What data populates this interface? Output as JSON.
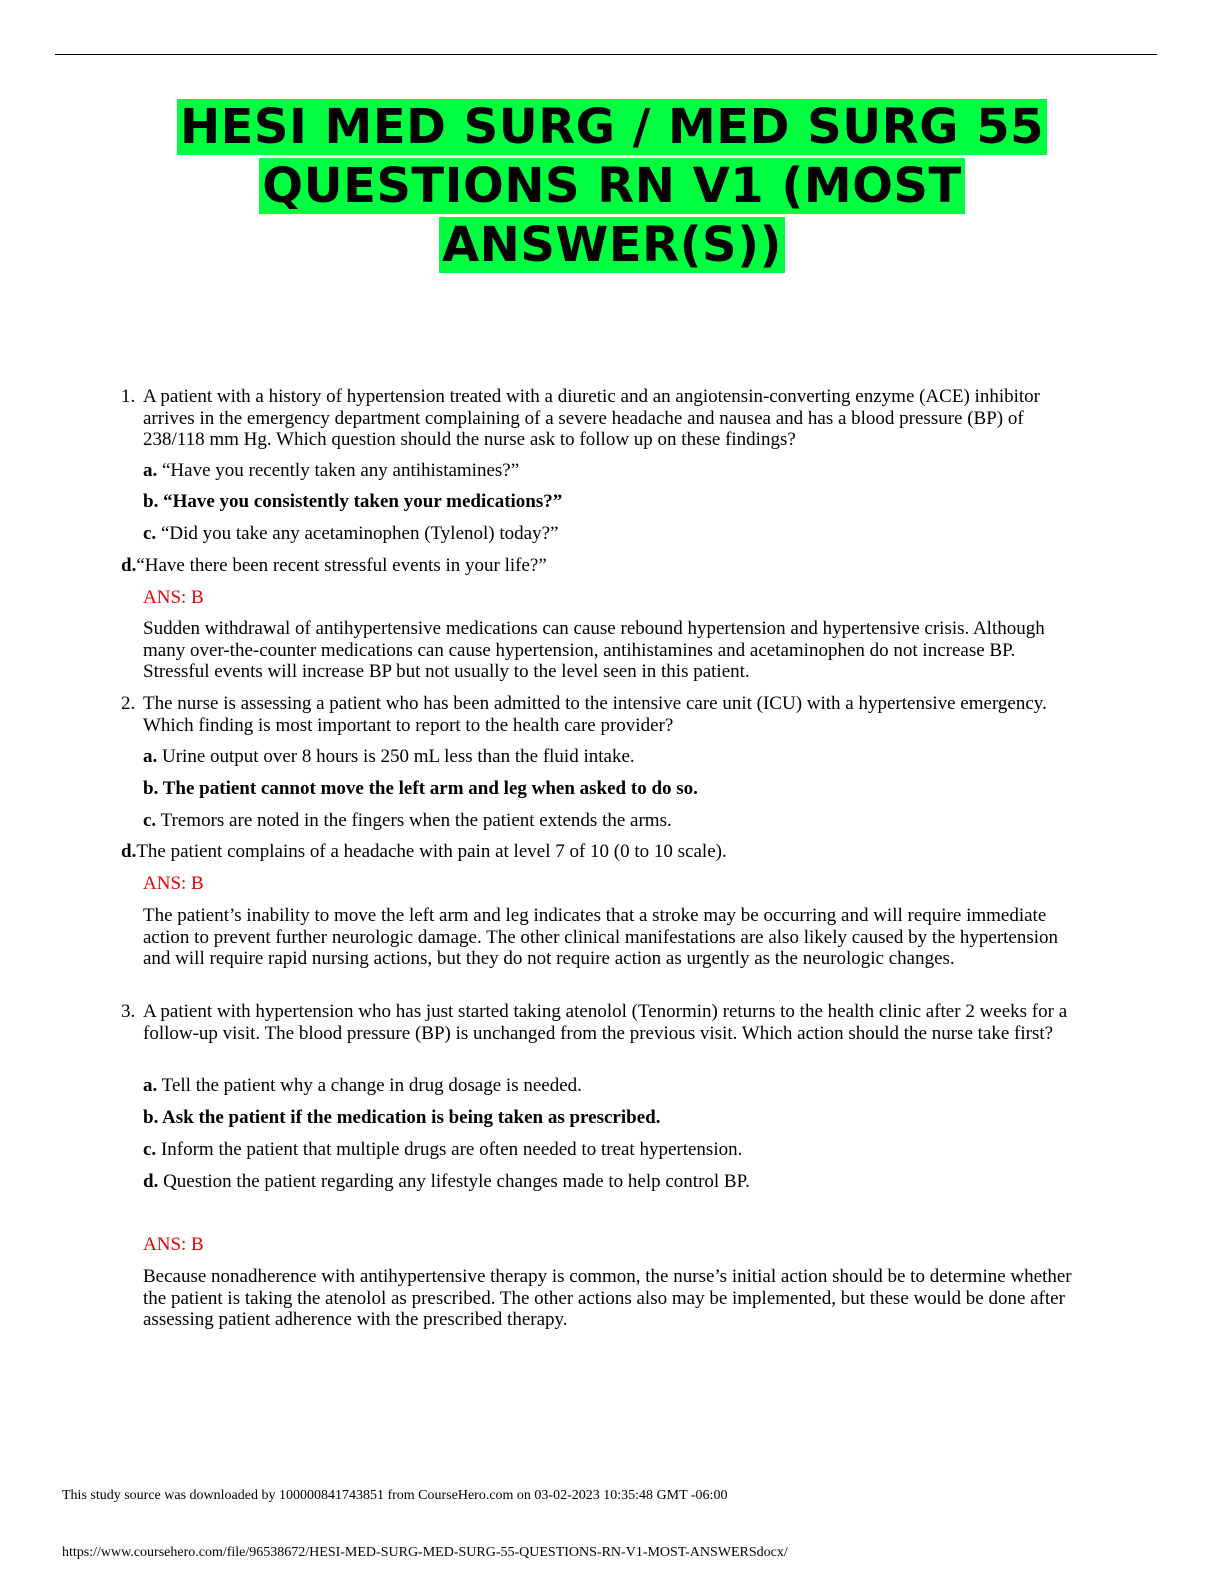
{
  "title_lines": [
    "HESI MED SURG /  MED SURG 55",
    "QUESTIONS RN V1 (MOST",
    "ANSWER(S))"
  ],
  "questions": [
    {
      "number": "1.",
      "text": "A patient with a history of hypertension treated with a diuretic and an angiotensin-converting enzyme (ACE) inhibitor arrives in the emergency department complaining of a severe headache and nausea and has a blood pressure (BP) of 238/118 mm Hg. Which question should the nurse ask to follow up on these findings?",
      "options": [
        {
          "letter": "a.",
          "text": "“Have you recently taken any antihistamines?”"
        },
        {
          "letter": "b.",
          "text": "“Have you consistently taken your medications?”"
        },
        {
          "letter": "c.",
          "text": "“Did you take any acetaminophen (Tylenol) today?”"
        },
        {
          "letter": "d.",
          "text": "“Have there been recent stressful events in your life?”"
        }
      ],
      "answer": "ANS: B",
      "rationale": "Sudden withdrawal of antihypertensive medications can cause rebound hypertension and hypertensive crisis. Although many over-the-counter medications can cause hypertension, antihistamines and acetaminophen do not increase BP. Stressful events will increase BP but not usually to the level seen in this patient."
    },
    {
      "number": "2.",
      "text": "The nurse is assessing a patient who has been admitted to the intensive care unit (ICU) with a hypertensive emergency. Which finding is most important to report to the health care provider?",
      "options": [
        {
          "letter": "a.",
          "text": "Urine output over 8 hours is 250 mL less than the fluid intake."
        },
        {
          "letter": "b.",
          "text": "The patient cannot move the left arm and leg when asked to do so."
        },
        {
          "letter": "c.",
          "text": "Tremors are noted in the fingers when the patient extends the arms."
        },
        {
          "letter": "d.",
          "text": "The patient complains of a headache with pain at level 7 of 10 (0 to 10 scale)."
        }
      ],
      "answer": "ANS: B",
      "rationale": "The patient’s inability to move the left arm and leg indicates that a stroke may be occurring and will require immediate action to prevent further neurologic damage. The other clinical manifestations are also likely caused by the hypertension and will require rapid nursing actions, but they do not require action as urgently as the neurologic changes."
    },
    {
      "number": "3.",
      "text": "A patient with hypertension who has just started taking atenolol (Tenormin) returns to the health clinic after 2 weeks for a follow-up visit. The blood pressure (BP) is unchanged from the previous visit. Which action should the nurse take first?",
      "options": [
        {
          "letter": "a.",
          "text": "Tell the patient why a change in drug dosage is needed."
        },
        {
          "letter": "b.",
          "text": "Ask the patient if the medication is being taken as prescribed."
        },
        {
          "letter": "c.",
          "text": "Inform the patient that multiple drugs are often needed to treat hypertension."
        },
        {
          "letter": "d.",
          "text": "Question the patient regarding any lifestyle changes made to help control BP."
        }
      ],
      "answer": "ANS: B",
      "rationale": "Because nonadherence with antihypertensive therapy is common, the nurse’s initial action should be to determine whether the patient is taking the atenolol as prescribed. The other actions also may be implemented, but these would be done after assessing patient adherence with the prescribed therapy."
    }
  ],
  "footer": {
    "source_note": "This study source was downloaded by 100000841743851 from CourseHero.com on 03-02-2023 10:35:48 GMT -06:00",
    "url": "https://www.coursehero.com/file/96538672/HESI-MED-SURG-MED-SURG-55-QUESTIONS-RN-V1-MOST-ANSWERSdocx/"
  },
  "colors": {
    "title_highlight": "#00ff40",
    "answer_red": "#e60000"
  }
}
